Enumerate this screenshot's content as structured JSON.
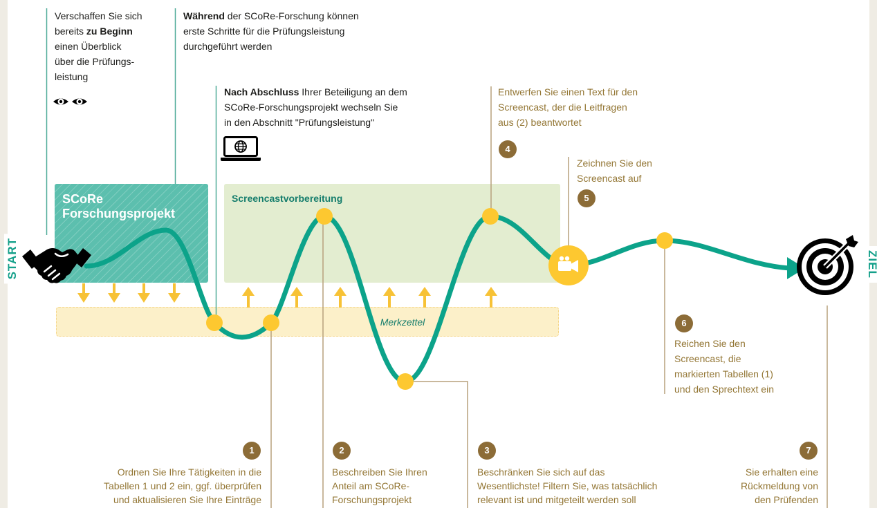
{
  "labels": {
    "start": "START",
    "goal": "ZIEL"
  },
  "notes_top": {
    "overview": {
      "line1": "Verschaffen Sie sich",
      "line2_pre": "bereits ",
      "line2_bold": "zu Beginn",
      "line3": "einen Überblick",
      "line4": "über die Prüfungs-",
      "line5": "leistung"
    },
    "during": {
      "bold": "Während",
      "line1_rest": " der SCoRe-Forschung können",
      "line2": "erste Schritte für die Prüfungsleistung",
      "line3": "durchgeführt werden"
    },
    "after": {
      "bold": "Nach Abschluss",
      "line1_rest": " Ihrer Beteiligung an dem",
      "line2": "SCoRe-Forschungsprojekt wechseln Sie",
      "line3": "in den Abschnitt \"Prüfungsleistung\""
    }
  },
  "phases": {
    "research": {
      "line1": "SCoRe",
      "line2": "Forschungsprojekt"
    },
    "preparation": "Screencastvorbereitung",
    "notes": "Merkzettel"
  },
  "steps": [
    {
      "number": "1",
      "lines": [
        "Ordnen Sie Ihre Tätigkeiten in die",
        "Tabellen 1 und 2 ein, ggf. überprüfen",
        "und aktualisieren Sie Ihre Einträge"
      ]
    },
    {
      "number": "2",
      "lines": [
        "Beschreiben Sie Ihren",
        "Anteil am SCoRe-",
        "Forschungsprojekt"
      ]
    },
    {
      "number": "3",
      "lines": [
        "Beschränken Sie sich auf das",
        "Wesentlichste! Filtern Sie, was tatsächlich",
        "relevant ist und mitgeteilt werden soll"
      ]
    },
    {
      "number": "4",
      "lines": [
        "Entwerfen Sie einen Text für den",
        "Screencast, der die Leitfragen",
        "aus (2) beantwortet"
      ]
    },
    {
      "number": "5",
      "lines": [
        "Zeichnen Sie den",
        "Screencast auf"
      ]
    },
    {
      "number": "6",
      "lines": [
        "Reichen Sie den",
        "Screencast, die",
        "markierten Tabellen (1)",
        "und den Sprechtext ein"
      ]
    },
    {
      "number": "7",
      "lines": [
        "Sie erhalten eine",
        "Rückmeldung von",
        "den Prüfenden"
      ]
    }
  ],
  "icons": {
    "start": "handshake-icon",
    "overview": "eyes-icon",
    "switch": "laptop-globe-icon",
    "record": "video-camera-icon",
    "goal": "target-icon",
    "to_notes": "arrow-down-icon",
    "from_notes": "arrow-up-icon"
  },
  "colors": {
    "path": "#0ca38a",
    "milestone": "#fdc830",
    "step_number": "#8c6c37",
    "step_text": "#937634",
    "research_phase": "#5cbfae",
    "preparation_phase": "#e3edd0",
    "notes_area": "#fcf0c9",
    "accent_text": "#157d6c"
  }
}
